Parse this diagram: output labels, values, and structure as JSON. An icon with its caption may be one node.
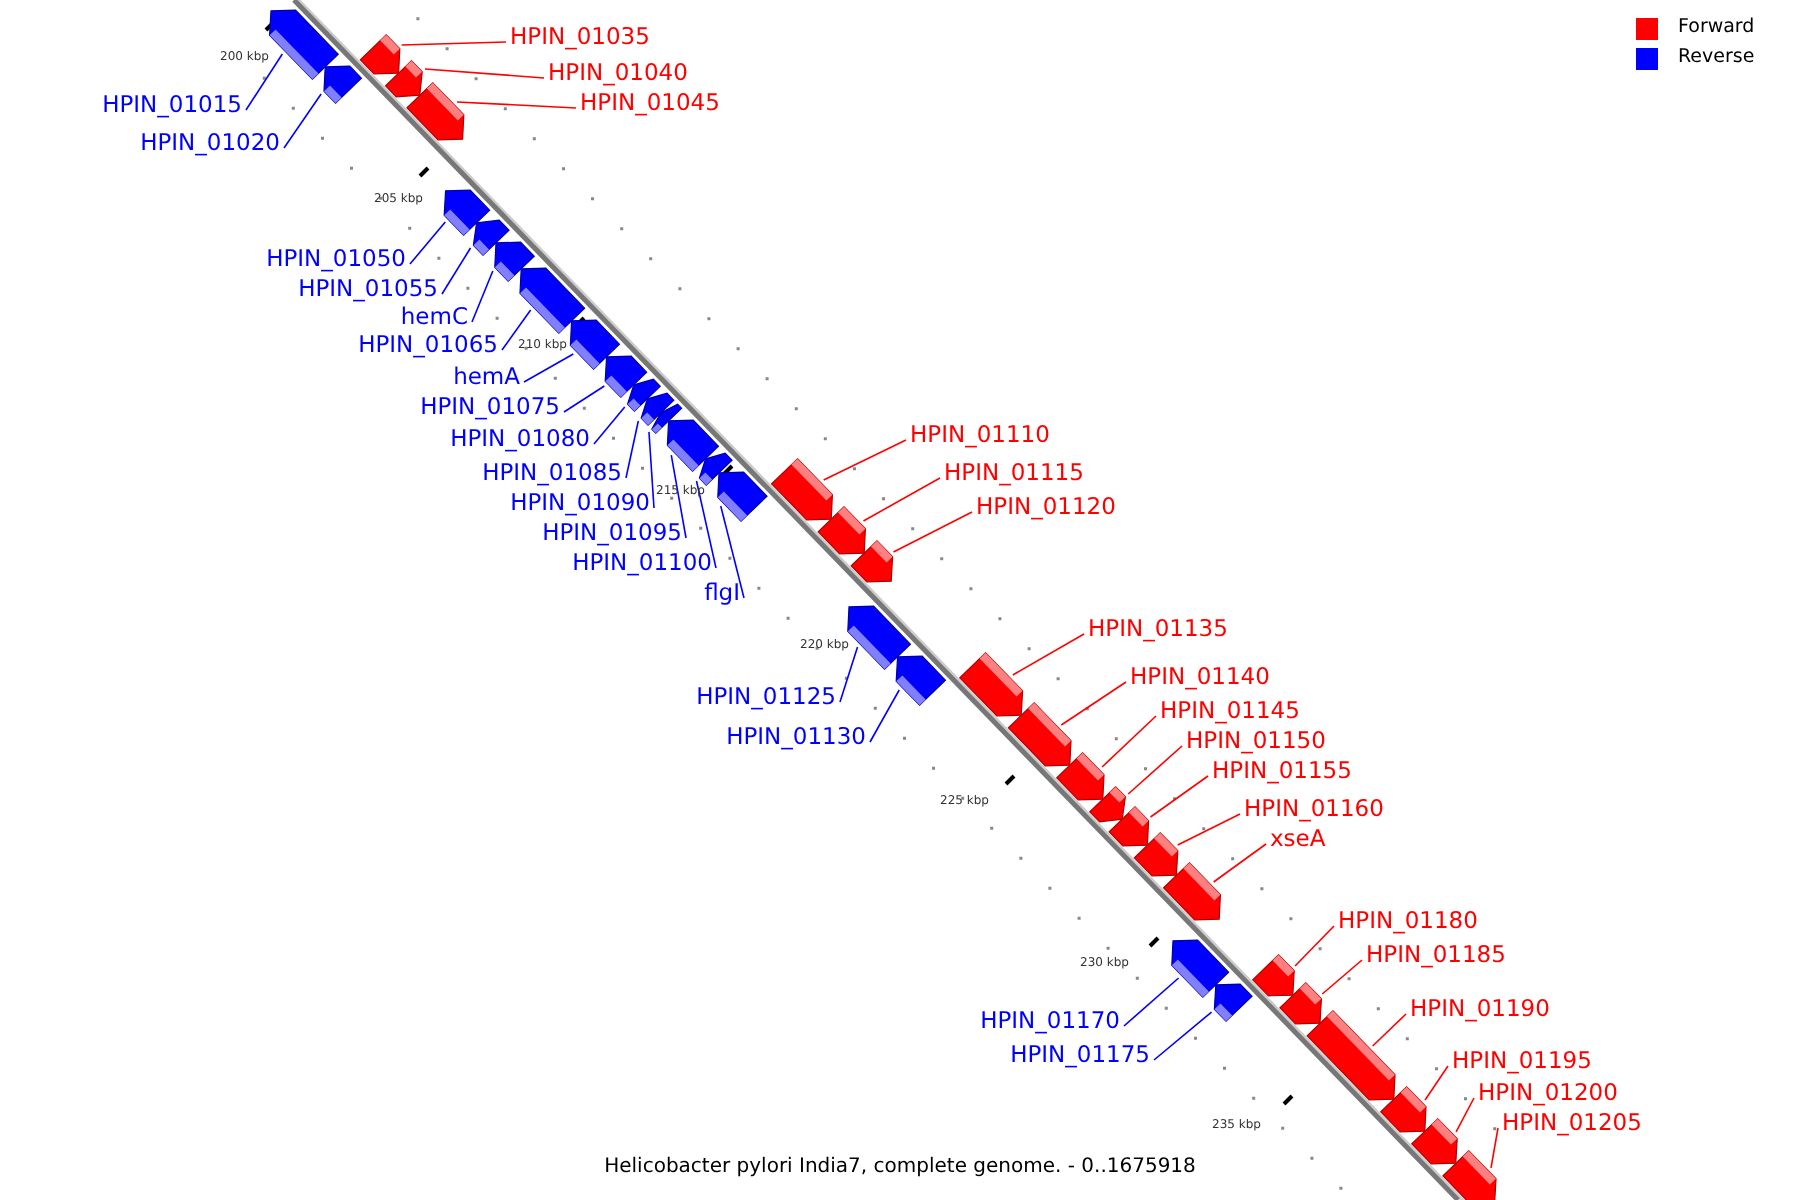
{
  "diagram": {
    "caption": "Helicobacter pylori India7, complete genome. - 0..1675918",
    "nodes": [
      {
        "text": [
          "HPIN_01015"
        ]
      },
      {
        "text": [],
        "shape": "box"
      },
      {
        "text": [
          "HPIN_01020"
        ]
      },
      {
        "text": [],
        "shape": "box"
      },
      {
        "text": [
          "HPIN_01035"
        ]
      },
      {
        "text": [],
        "shape": "box"
      },
      {
        "text": [
          "HPIN_01040"
        ]
      },
      {
        "text": [],
        "shape": "box"
      },
      {
        "text": [
          "HPIN_01045"
        ]
      },
      {
        "text": [],
        "shape": "box"
      },
      {
        "text": [
          "HPIN_01050"
        ]
      },
      {
        "text": [],
        "shape": "box"
      },
      {
        "text": [
          "HPIN_01055"
        ]
      },
      {
        "text": [],
        "shape": "box"
      },
      {
        "text": [
          "hemC"
        ]
      },
      {
        "text": [],
        "shape": "box"
      },
      {
        "text": [
          "HPIN_01065"
        ]
      },
      {
        "text": [],
        "shape": "box"
      },
      {
        "text": [
          "hemA"
        ]
      },
      {
        "text": [],
        "shape": "box"
      },
      {
        "text": [
          "HPIN_01075"
        ]
      },
      {
        "text": [],
        "shape": "box"
      },
      {
        "text": [
          "HPIN_01080"
        ]
      },
      {
        "text": [],
        "shape": "box"
      },
      {
        "text": [
          "HPIN_01085"
        ]
      },
      {
        "text": [],
        "shape": "box"
      },
      {
        "text": [
          "HPIN_01090"
        ]
      },
      {
        "text": [],
        "shape": "box"
      },
      {
        "text": [
          "HPIN_01095"
        ]
      },
      {
        "text": [],
        "shape": "box"
      },
      {
        "text": [
          "HPIN_01100"
        ]
      },
      {
        "text": [],
        "shape": "box"
      },
      {
        "text": [
          "flgI"
        ]
      },
      {
        "text": [],
        "shape": "box"
      },
      {
        "text": [
          "HPIN_01110"
        ]
      },
      {
        "text": [],
        "shape": "box"
      },
      {
        "text": [
          "HPIN_01115"
        ]
      },
      {
        "text": [],
        "shape": "box"
      },
      {
        "text": [
          "HPIN_01120"
        ]
      },
      {
        "text": [],
        "shape": "box"
      },
      {
        "text": [
          "HPIN_01125"
        ]
      },
      {
        "text": [],
        "shape": "box"
      },
      {
        "text": [
          "HPIN_01130"
        ]
      },
      {
        "text": [],
        "shape": "box"
      },
      {
        "text": [
          "HPIN_01135"
        ]
      },
      {
        "text": [],
        "shape": "box"
      },
      {
        "text": [
          "HPIN_01140"
        ]
      },
      {
        "text": [],
        "shape": "box"
      },
      {
        "text": [
          "HPIN_01145"
        ]
      },
      {
        "text": [],
        "shape": "box"
      },
      {
        "text": [
          "HPIN_01150"
        ]
      },
      {
        "text": [],
        "shape": "box"
      },
      {
        "text": [
          "HPIN_01155"
        ]
      },
      {
        "text": [],
        "shape": "box"
      },
      {
        "text": [
          "HPIN_01160"
        ]
      },
      {
        "text": [],
        "shape": "box"
      },
      {
        "text": [
          "xseA"
        ]
      },
      {
        "text": [],
        "shape": "box"
      },
      {
        "text": [
          "HPIN_01170"
        ]
      },
      {
        "text": [],
        "shape": "box"
      },
      {
        "text": [
          "HPIN_01175"
        ]
      },
      {
        "text": [],
        "shape": "box"
      },
      {
        "text": [
          "HPIN_01180"
        ]
      },
      {
        "text": [],
        "shape": "box"
      },
      {
        "text": [
          "HPIN_01185"
        ]
      },
      {
        "text": [],
        "shape": "box"
      },
      {
        "text": [
          "HPIN_01190"
        ]
      },
      {
        "text": [],
        "shape": "box"
      },
      {
        "text": [
          "HPIN_01195"
        ]
      },
      {
        "text": [],
        "shape": "box"
      },
      {
        "text": [
          "HPIN_01200"
        ]
      },
      {
        "text": [],
        "shape": "box"
      },
      {
        "text": [
          "HPIN_01205"
        ]
      },
      {
        "text": [],
        "shape": "box"
      }
    ],
    "edges": [
      {
        "from": 0,
        "to": 1,
        "arrow": "none",
        "color": "#0000ff"
      },
      {
        "from": 2,
        "to": 3,
        "arrow": "none",
        "color": "#0000ff"
      },
      {
        "from": 4,
        "to": 5,
        "arrow": "none"
      },
      {
        "from": 6,
        "to": 7,
        "arrow": "none"
      },
      {
        "from": 8,
        "to": 9,
        "arrow": "none"
      },
      {
        "from": 10,
        "to": 11,
        "arrow": "none",
        "color": "#0000ff"
      },
      {
        "from": 12,
        "to": 13,
        "arrow": "none",
        "color": "#0000ff"
      },
      {
        "from": 14,
        "to": 15,
        "arrow": "none",
        "color": "#0000ff"
      },
      {
        "from": 16,
        "to": 17,
        "arrow": "none",
        "color": "#0000ff"
      },
      {
        "from": 18,
        "to": 19,
        "arrow": "none",
        "color": "#0000ff"
      },
      {
        "from": 20,
        "to": 21,
        "arrow": "none",
        "color": "#0000ff"
      },
      {
        "from": 22,
        "to": 23,
        "arrow": "none",
        "color": "#0000ff"
      },
      {
        "from": 24,
        "to": 25,
        "arrow": "none",
        "color": "#0000ff"
      },
      {
        "from": 26,
        "to": 27,
        "arrow": "none",
        "color": "#0000ff"
      },
      {
        "from": 28,
        "to": 29,
        "arrow": "none",
        "color": "#0000ff"
      },
      {
        "from": 30,
        "to": 31,
        "arrow": "none",
        "color": "#0000ff"
      },
      {
        "from": 32,
        "to": 33,
        "arrow": "none",
        "color": "#0000ff"
      },
      {
        "from": 34,
        "to": 35,
        "arrow": "none"
      },
      {
        "from": 36,
        "to": 37,
        "arrow": "none"
      },
      {
        "from": 38,
        "to": 39,
        "arrow": "none"
      },
      {
        "from": 40,
        "to": 41,
        "arrow": "none",
        "color": "#0000ff"
      },
      {
        "from": 42,
        "to": 43,
        "arrow": "none",
        "color": "#0000ff"
      },
      {
        "from": 44,
        "to": 45,
        "arrow": "none"
      },
      {
        "from": 46,
        "to": 47,
        "arrow": "none"
      },
      {
        "from": 48,
        "to": 49,
        "arrow": "none"
      },
      {
        "from": 50,
        "to": 51,
        "arrow": "none"
      },
      {
        "from": 52,
        "to": 53,
        "arrow": "none"
      },
      {
        "from": 54,
        "to": 55,
        "arrow": "none"
      },
      {
        "from": 56,
        "to": 57,
        "arrow": "none"
      },
      {
        "from": 58,
        "to": 59,
        "arrow": "none",
        "color": "#0000ff"
      },
      {
        "from": 60,
        "to": 61,
        "arrow": "none",
        "color": "#0000ff"
      },
      {
        "from": 62,
        "to": 63,
        "arrow": "none"
      },
      {
        "from": 64,
        "to": 65,
        "arrow": "none"
      },
      {
        "from": 66,
        "to": 67,
        "arrow": "none"
      },
      {
        "from": 68,
        "to": 69,
        "arrow": "none"
      },
      {
        "from": 70,
        "to": 71,
        "arrow": "none"
      },
      {
        "from": 72,
        "to": 73,
        "arrow": "none"
      }
    ],
    "labels": [
      "200 kbp",
      "205 kbp",
      "210 kbp",
      "215 kbp",
      "220 kbp",
      "225 kbp",
      "230 kbp",
      "235 kbp"
    ],
    "legend": [
      {
        "text": "Forward",
        "color": "#ff0000"
      },
      {
        "text": "Reverse",
        "color": "#0000ff"
      }
    ]
  }
}
